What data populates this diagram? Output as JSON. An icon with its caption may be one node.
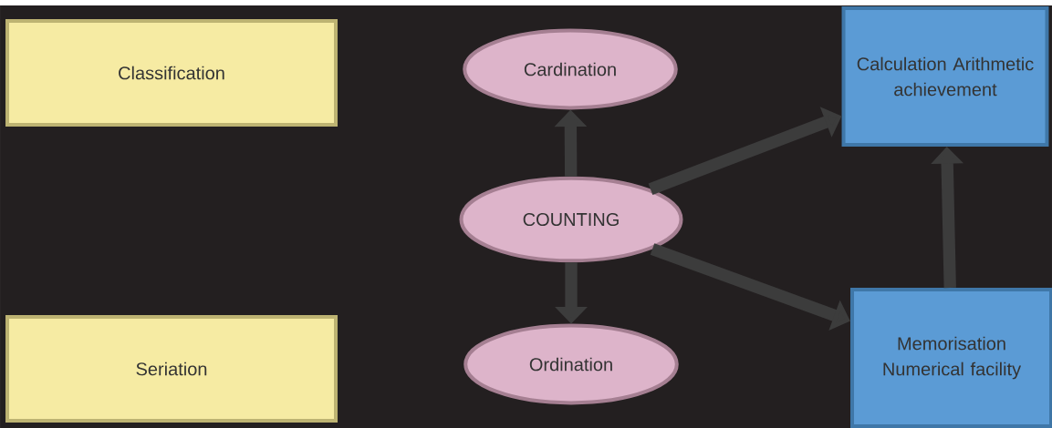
{
  "diagram": {
    "nodes": [
      {
        "text": [
          "Classification"
        ]
      },
      {
        "text": [
          "Cardination"
        ]
      },
      {
        "text": [
          "Calculation Arithmetic achievement"
        ]
      },
      {
        "text": [
          "COUNTING"
        ]
      },
      {
        "text": [
          "Seriation"
        ]
      },
      {
        "text": [
          "Ordination"
        ]
      },
      {
        "text": [
          "Memorisation Numerical facility"
        ]
      }
    ],
    "edges": [
      {
        "from": 3,
        "to": 1,
        "arrow": "to"
      },
      {
        "from": 3,
        "to": 5,
        "arrow": "to"
      },
      {
        "from": 3,
        "to": 2,
        "arrow": "to"
      },
      {
        "from": 3,
        "to": 6,
        "arrow": "to"
      },
      {
        "from": 6,
        "to": 2,
        "arrow": "to"
      }
    ]
  }
}
